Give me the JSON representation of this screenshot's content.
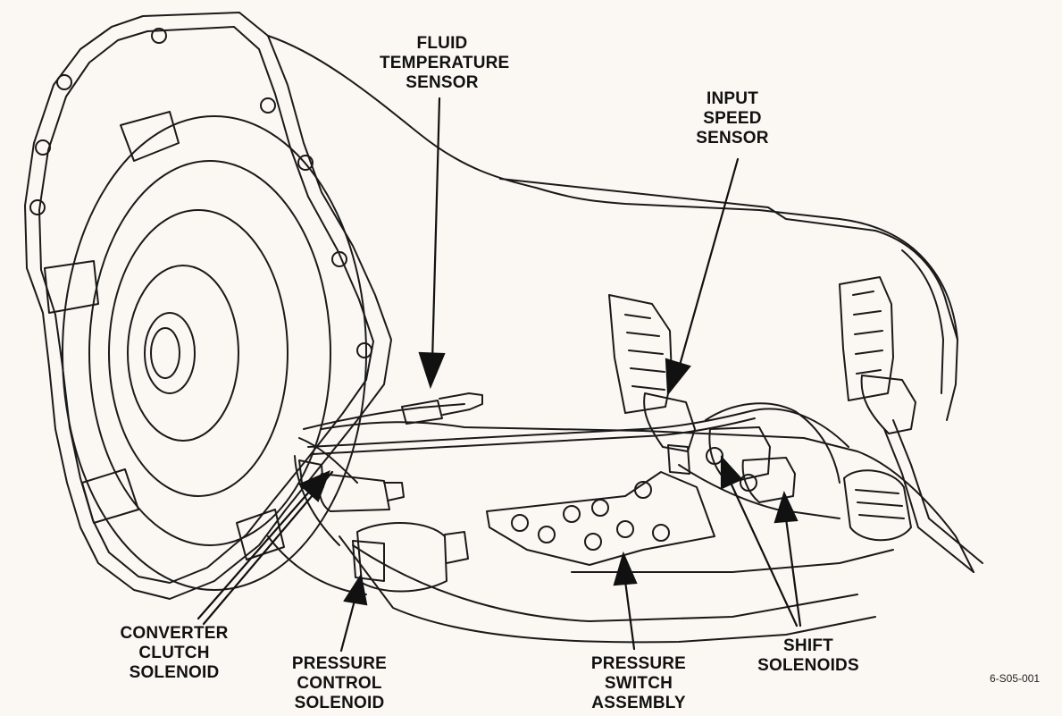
{
  "labels": {
    "fluid_temperature_sensor": [
      "FLUID",
      "TEMPERATURE",
      "SENSOR"
    ],
    "input_speed_sensor": [
      "INPUT",
      "SPEED",
      "SENSOR"
    ],
    "converter_clutch_solenoid": [
      "CONVERTER",
      "CLUTCH",
      "SOLENOID"
    ],
    "pressure_control_solenoid": [
      "PRESSURE",
      "CONTROL",
      "SOLENOID"
    ],
    "pressure_switch_assembly": [
      "PRESSURE",
      "SWITCH",
      "ASSEMBLY"
    ],
    "shift_solenoids": [
      "SHIFT",
      "SOLENOIDS"
    ]
  },
  "figure_id": "6-S05-001",
  "colors": {
    "background": "#fbf8f3",
    "line": "#1a1a1a",
    "arrow": "#111111"
  }
}
